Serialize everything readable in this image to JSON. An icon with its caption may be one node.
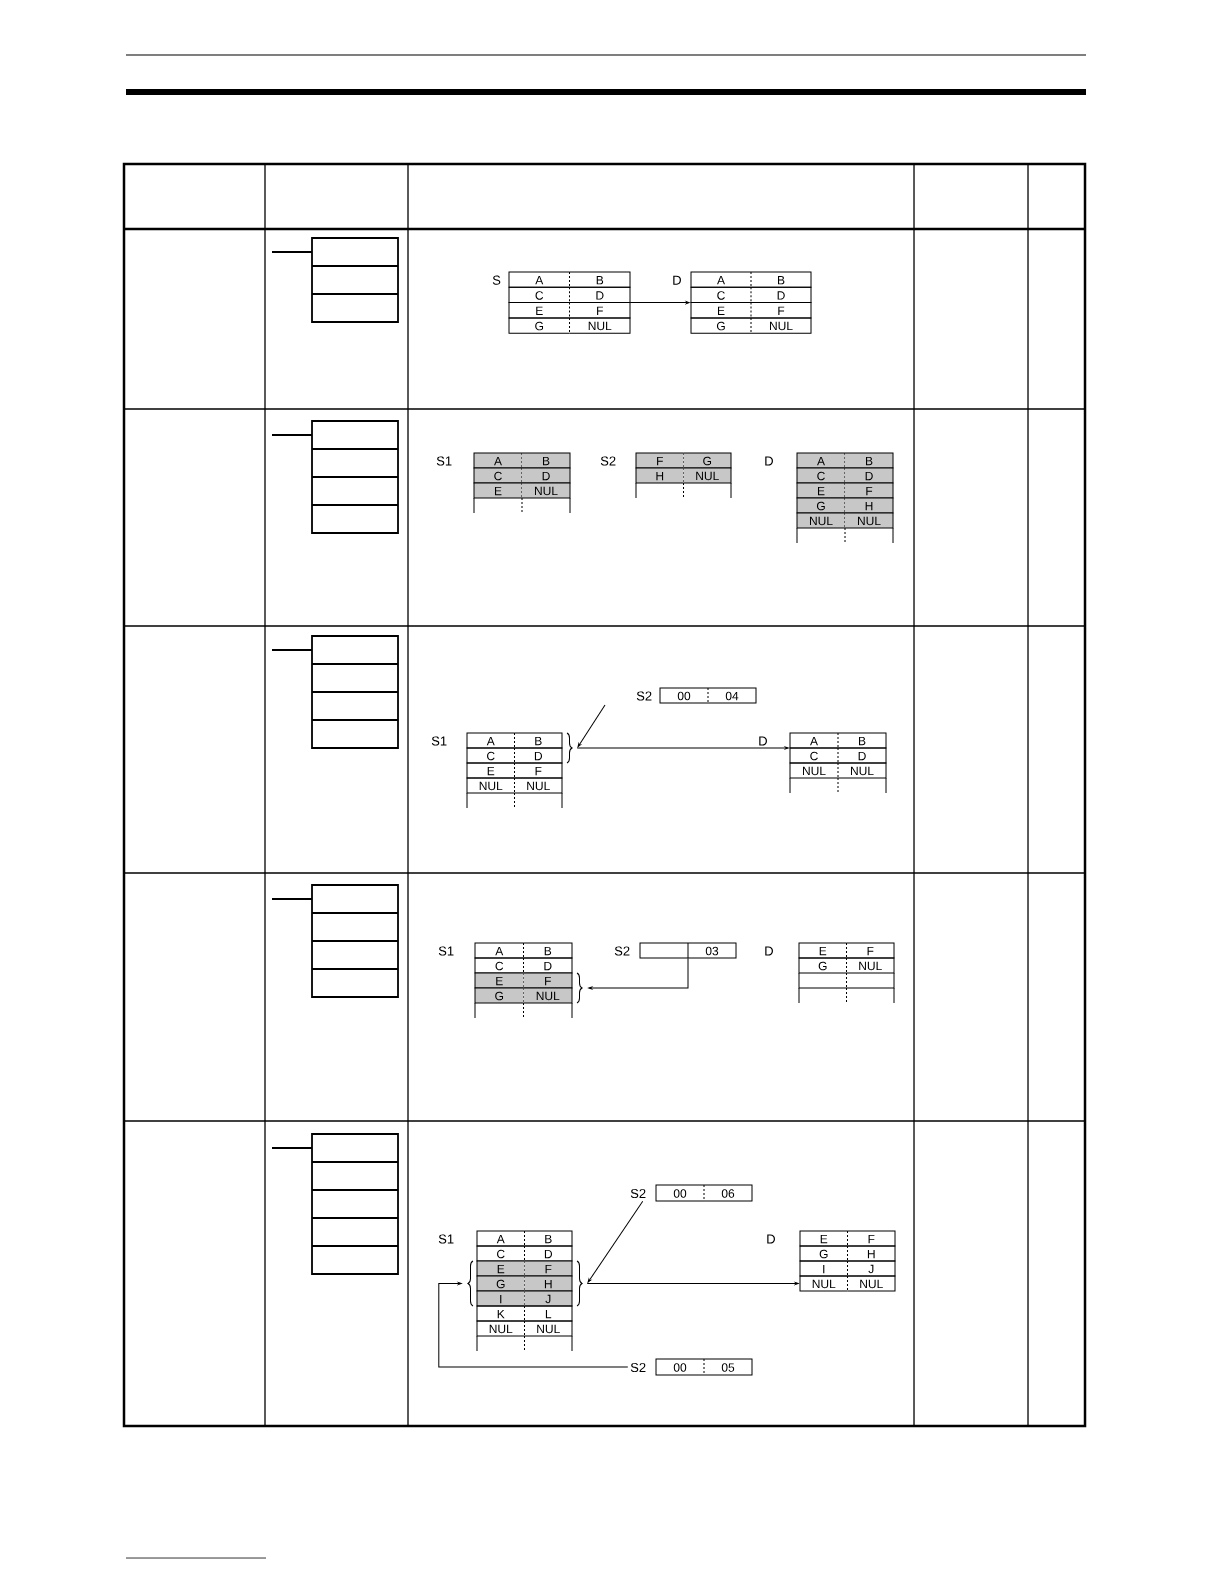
{
  "diagram": {
    "nodes": [
      {
        "text": [
          "A",
          "B",
          "C",
          "D",
          "E",
          "F",
          "G",
          "NUL"
        ],
        "beside": [
          "S"
        ]
      },
      {
        "text": [
          "A",
          "B",
          "C",
          "D",
          "E",
          "F",
          "G",
          "NUL"
        ],
        "beside": [
          "D"
        ]
      },
      {
        "text": [
          "A",
          "B",
          "C",
          "D",
          "E",
          "NUL"
        ],
        "beside": [
          "S1"
        ]
      },
      {
        "text": [
          "F",
          "G",
          "H",
          "NUL"
        ],
        "beside": [
          "S2"
        ]
      },
      {
        "text": [
          "A",
          "B",
          "C",
          "D",
          "E",
          "F",
          "G",
          "H",
          "NUL",
          "NUL"
        ],
        "beside": [
          "D"
        ]
      },
      {
        "text": [
          "00",
          "04"
        ],
        "beside": [
          "S2"
        ]
      },
      {
        "text": [
          "A",
          "B",
          "C",
          "D",
          "E",
          "F",
          "NUL",
          "NUL"
        ],
        "beside": [
          "S1"
        ]
      },
      {
        "text": [],
        "shape": "brace"
      },
      {
        "text": [
          "A",
          "B",
          "C",
          "D",
          "NUL",
          "NUL"
        ],
        "beside": [
          "D"
        ]
      },
      {
        "text": [
          "A",
          "B",
          "C",
          "D",
          "E",
          "F",
          "G",
          "NUL"
        ],
        "beside": [
          "S1"
        ]
      },
      {
        "text": [
          "03"
        ],
        "beside": [
          "S2"
        ]
      },
      {
        "text": [
          "E",
          "F",
          "G",
          "NUL"
        ],
        "beside": [
          "D"
        ]
      },
      {
        "text": [],
        "shape": "brace"
      },
      {
        "text": [
          "S2",
          "00",
          "06"
        ]
      },
      {
        "text": [
          "A",
          "B",
          "C",
          "D",
          "E",
          "F",
          "G",
          "H",
          "I",
          "J",
          "K",
          "L",
          "NUL",
          "NUL"
        ],
        "beside": [
          "S1"
        ]
      },
      {
        "text": [],
        "shape": "brace"
      },
      {
        "text": [],
        "shape": "brace"
      },
      {
        "text": [
          "E",
          "F",
          "G",
          "H",
          "I",
          "J",
          "NUL",
          "NUL"
        ],
        "beside": [
          "D"
        ]
      },
      {
        "text": [
          "S2",
          "00",
          "05"
        ]
      }
    ],
    "edges": [
      {
        "from": 0,
        "to": 1,
        "arrow": "to"
      },
      {
        "from": null,
        "to": 7,
        "arrow": "to"
      },
      {
        "from": 7,
        "to": 8,
        "arrow": "to"
      },
      {
        "from": 10,
        "to": 12,
        "arrow": "to"
      },
      {
        "from": 13,
        "to": 16,
        "arrow": "to"
      },
      {
        "from": 18,
        "to": 15,
        "arrow": "to"
      },
      {
        "from": 16,
        "to": 17,
        "arrow": "to"
      }
    ]
  }
}
